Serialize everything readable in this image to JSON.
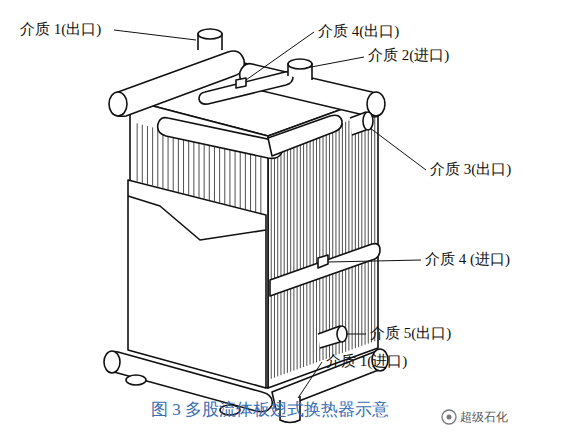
{
  "diagram": {
    "caption": "图 3    多股流体板翅式换热器示意",
    "labels": [
      "介质 1(出口)",
      "介质 4(出口)",
      "介质 2(进口)",
      "介质 3(出口)",
      "介质 4 (进口)",
      "介质 5(出口)",
      "介质 1(进口)",
      "超级石化"
    ]
  }
}
